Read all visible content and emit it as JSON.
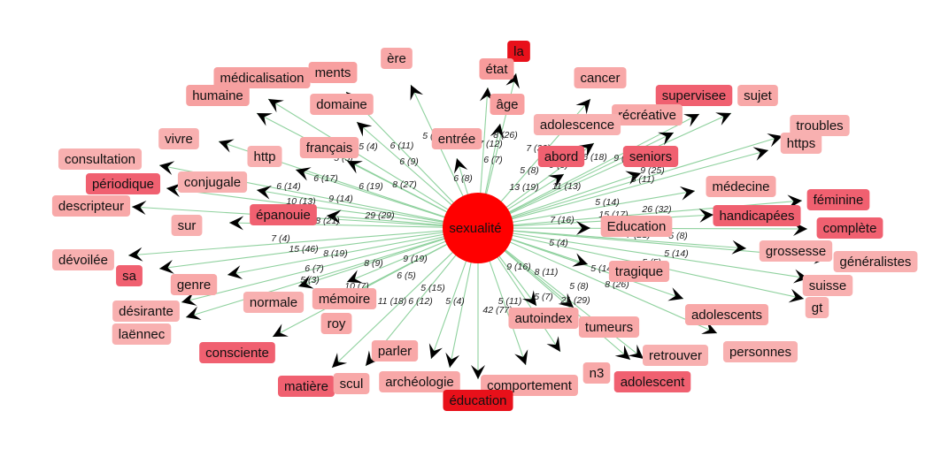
{
  "graph": {
    "center": "sexualité",
    "colors": {
      "edge": "#8fd19e",
      "hub": "#ff0000",
      "arrow": "#000000"
    },
    "nodes": [
      {
        "label": "la",
        "color": "#e8101a"
      },
      {
        "label": "état",
        "color": "#f89b9b"
      },
      {
        "label": "âge",
        "color": "#f8a0a0"
      },
      {
        "label": "ère",
        "color": "#f8a8a8"
      },
      {
        "label": "ments",
        "color": "#f8a0a0"
      },
      {
        "label": "médicalisation",
        "color": "#f6a0a0"
      },
      {
        "label": "humaine",
        "color": "#f6a0a0"
      },
      {
        "label": "domaine",
        "color": "#f8a8a8"
      },
      {
        "label": "cancer",
        "color": "#f8a8a8"
      },
      {
        "label": "supervisee",
        "color": "#f06070"
      },
      {
        "label": "sujet",
        "color": "#f8a8a8"
      },
      {
        "label": "récréative",
        "color": "#f8a8a8"
      },
      {
        "label": "adolescence",
        "color": "#f8b0b0"
      },
      {
        "label": "troubles",
        "color": "#f8b0b0"
      },
      {
        "label": "https",
        "color": "#f8b0b0"
      },
      {
        "label": "vivre",
        "color": "#f8b0b0"
      },
      {
        "label": "http",
        "color": "#f8b0b0"
      },
      {
        "label": "français",
        "color": "#f8a8a8"
      },
      {
        "label": "entrée",
        "color": "#f8a8a8"
      },
      {
        "label": "abord",
        "color": "#f06070"
      },
      {
        "label": "seniors",
        "color": "#f06070"
      },
      {
        "label": "consultation",
        "color": "#f8b0b0"
      },
      {
        "label": "périodique",
        "color": "#f06070"
      },
      {
        "label": "conjugale",
        "color": "#f8b0b0"
      },
      {
        "label": "descripteur",
        "color": "#f8a8a8"
      },
      {
        "label": "médecine",
        "color": "#f8a8a8"
      },
      {
        "label": "féminine",
        "color": "#f06070"
      },
      {
        "label": "handicapées",
        "color": "#f06070"
      },
      {
        "label": "complète",
        "color": "#f06070"
      },
      {
        "label": "épanouie",
        "color": "#f06070"
      },
      {
        "label": "sur",
        "color": "#f8b0b0"
      },
      {
        "label": "Education",
        "color": "#f8a8a8"
      },
      {
        "label": "grossesse",
        "color": "#f8b0b0"
      },
      {
        "label": "généralistes",
        "color": "#f8b0b0"
      },
      {
        "label": "dévoilée",
        "color": "#f8b0b0"
      },
      {
        "label": "sa",
        "color": "#f06070"
      },
      {
        "label": "genre",
        "color": "#f8a8a8"
      },
      {
        "label": "normale",
        "color": "#f8b0b0"
      },
      {
        "label": "mémoire",
        "color": "#f8a8a8"
      },
      {
        "label": "tragique",
        "color": "#f8a8a8"
      },
      {
        "label": "suisse",
        "color": "#f8b0b0"
      },
      {
        "label": "gt",
        "color": "#f8b0b0"
      },
      {
        "label": "désirante",
        "color": "#f8b0b0"
      },
      {
        "label": "laënnec",
        "color": "#f8b0b0"
      },
      {
        "label": "roy",
        "color": "#f8a8a8"
      },
      {
        "label": "autoindex",
        "color": "#f8a8a8"
      },
      {
        "label": "tumeurs",
        "color": "#f8a8a8"
      },
      {
        "label": "adolescents",
        "color": "#f8a8a8"
      },
      {
        "label": "personnes",
        "color": "#f8b0b0"
      },
      {
        "label": "consciente",
        "color": "#f06070"
      },
      {
        "label": "parler",
        "color": "#f8a8a8"
      },
      {
        "label": "retrouver",
        "color": "#f8b0b0"
      },
      {
        "label": "matière",
        "color": "#f06070"
      },
      {
        "label": "scul",
        "color": "#f8a8a8"
      },
      {
        "label": "archéologie",
        "color": "#f8a8a8"
      },
      {
        "label": "comportement",
        "color": "#f8a8a8"
      },
      {
        "label": "n3",
        "color": "#f8a8a8"
      },
      {
        "label": "adolescent",
        "color": "#f06070"
      },
      {
        "label": "éducation",
        "color": "#e8101a"
      }
    ],
    "edge_labels": [
      "5 (4)",
      "6 (11)",
      "5 (5)",
      "6 (9)",
      "6 (17)",
      "6 (19)",
      "8 (27)",
      "5 (4)",
      "6 (8)",
      "7 (12)",
      "8 (26)",
      "7 (30)",
      "6 (7)",
      "5 (8)",
      "9 (6)",
      "6 (18)",
      "9 (23)",
      "13 (19)",
      "11 (13)",
      "5 (11)",
      "9 (25)",
      "6 (14)",
      "10 (13)",
      "9 (14)",
      "8 (21)",
      "29 (29)",
      "5 (14)",
      "26 (32)",
      "15 (17)",
      "7 (16)",
      "7 (21)",
      "5 (8)",
      "5 (4)",
      "5 (14)",
      "7 (4)",
      "15 (46)",
      "8 (19)",
      "6 (7)",
      "5 (3)",
      "8 (9)",
      "9 (19)",
      "6 (5)",
      "5 (14)",
      "5 (5)",
      "10 (7)",
      "11 (18)",
      "6 (12)",
      "5 (15)",
      "5 (4)",
      "9 (16)",
      "8 (11)",
      "5 (8)",
      "8 (26)",
      "5 (11)",
      "5 (7)",
      "21 (29)",
      "42 (77)"
    ]
  }
}
